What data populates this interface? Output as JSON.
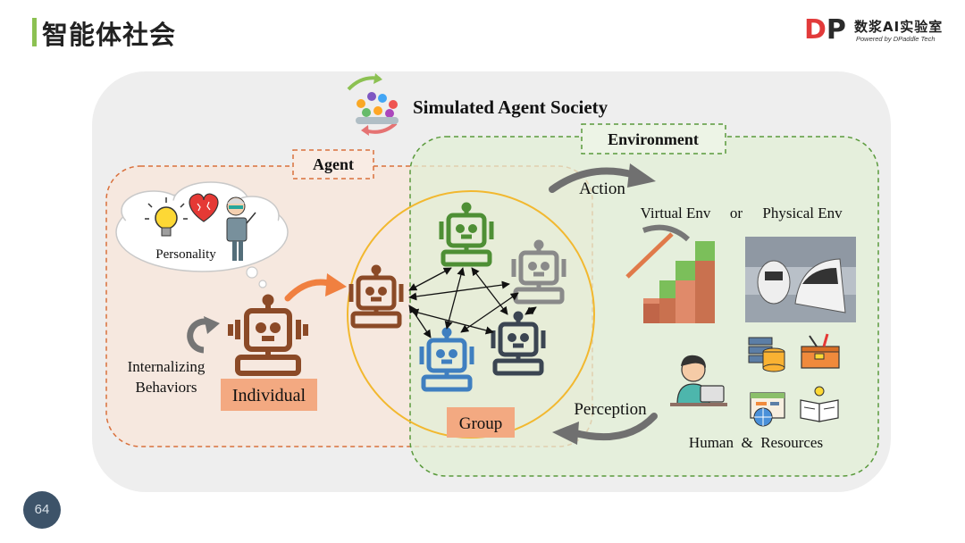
{
  "header": {
    "title": "智能体社会"
  },
  "logo": {
    "mark_d": "D",
    "mark_p": "P",
    "mark_small": "addle",
    "name": "数浆AI实验室",
    "tagline": "Powered by DPaddle Tech"
  },
  "diagram": {
    "title": "Simulated Agent Society",
    "agent_label": "Agent",
    "environment_label": "Environment",
    "personality": "Personality",
    "internalizing_line1": "Internalizing",
    "internalizing_line2": "Behaviors",
    "individual": "Individual",
    "group": "Group",
    "action": "Action",
    "perception": "Perception",
    "virtual_env": "Virtual Env",
    "or": "or",
    "physical_env": "Physical Env",
    "human_resources": "Human  &  Resources"
  },
  "colors": {
    "accent_bar": "#8cc152",
    "agent_border": "#d9703c",
    "env_border": "#5a9a3c",
    "group_circle": "#f2b82f",
    "label_fill": "#f3a981"
  },
  "footer": {
    "page_number": "64"
  }
}
